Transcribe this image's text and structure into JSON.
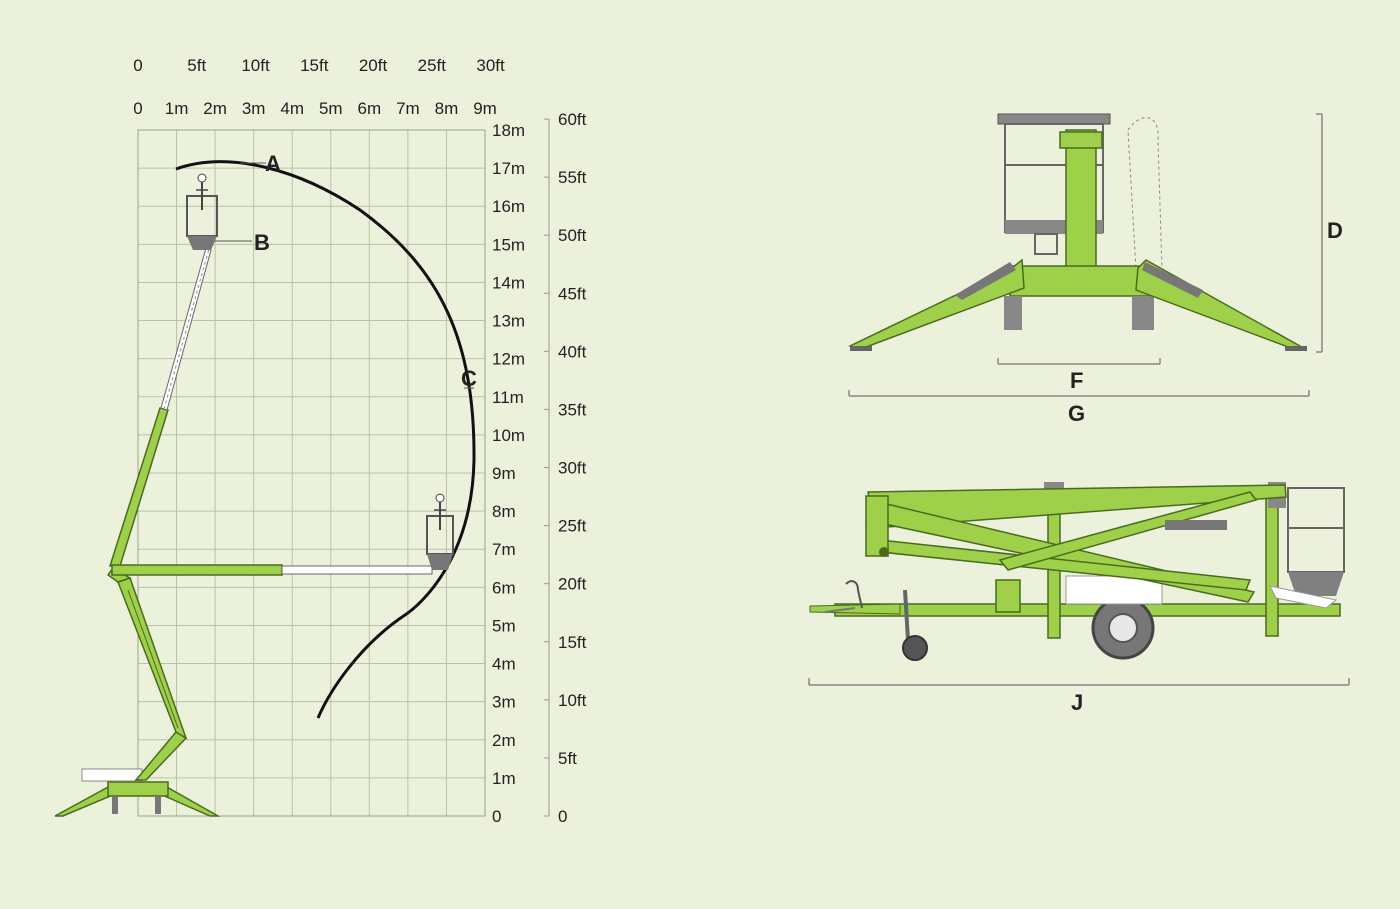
{
  "range_chart": {
    "ft_scale_top": [
      "0",
      "5ft",
      "10ft",
      "15ft",
      "20ft",
      "25ft",
      "30ft"
    ],
    "m_scale_top": [
      "0",
      "1m",
      "2m",
      "3m",
      "4m",
      "5m",
      "6m",
      "7m",
      "8m",
      "9m"
    ],
    "height_m_labels": [
      "0",
      "1m",
      "2m",
      "3m",
      "4m",
      "5m",
      "6m",
      "7m",
      "8m",
      "9m",
      "10m",
      "11m",
      "12m",
      "13m",
      "14m",
      "15m",
      "16m",
      "17m",
      "18m"
    ],
    "height_ft_labels": [
      "0",
      "5ft",
      "10ft",
      "15ft",
      "20ft",
      "25ft",
      "30ft",
      "35ft",
      "40ft",
      "45ft",
      "50ft",
      "55ft",
      "60ft"
    ],
    "markers": {
      "a": "A",
      "b": "B",
      "c": "C"
    }
  },
  "front_view": {
    "labels": {
      "d": "D",
      "f": "F",
      "g": "G"
    }
  },
  "side_view": {
    "labels": {
      "j": "J"
    }
  },
  "colors": {
    "machine_green": "#9ed04a",
    "outline": "#4a6b1e",
    "grid": "#b9c2a8",
    "background": "#ecf1dc",
    "platform_grey": "#808080"
  }
}
